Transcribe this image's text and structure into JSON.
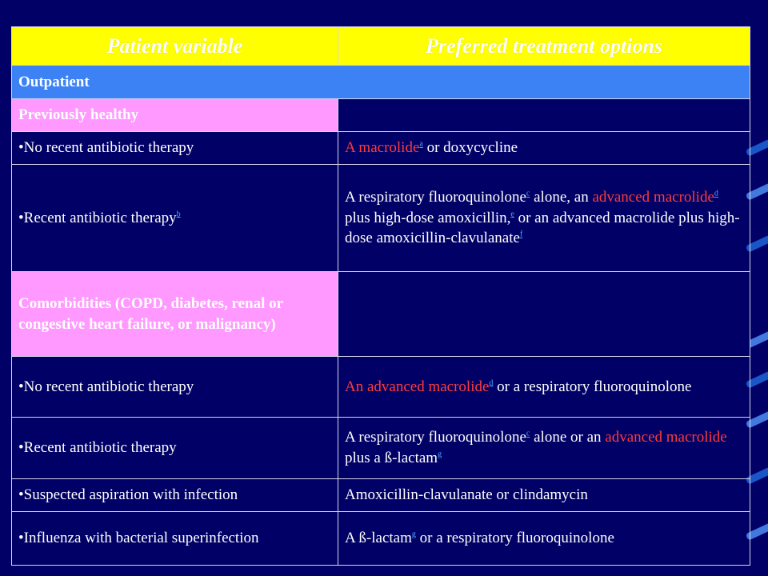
{
  "header": {
    "col1": "Patient variable",
    "col2": "Preferred treatment options"
  },
  "section": "Outpatient",
  "rows": [
    {
      "label": "Previously healthy"
    },
    {
      "variable": "•No recent antibiotic therapy",
      "t1": "A macrolide",
      "f1": "a",
      "t2": " or doxycycline"
    },
    {
      "variable": "•Recent antibiotic therapy",
      "vfn": "b",
      "t1": "A respiratory fluoroquinolone",
      "f1": "c",
      "t2": " alone, an ",
      "t3": "advanced macrolide",
      "f2": "d",
      "t4": " plus high-dose amoxicillin,",
      "f3": "e",
      "t5": " or an advanced macrolide plus high-dose amoxicillin-clavulanate",
      "f4": "f"
    },
    {
      "label": "Comorbidities (COPD, diabetes, renal or congestive heart failure, or malignancy)"
    },
    {
      "variable": "•No recent antibiotic therapy",
      "t1": "An advanced macrolide",
      "f1": "d",
      "t2": " or a respiratory fluoroquinolone"
    },
    {
      "variable": "•Recent antibiotic therapy",
      "t1": "A respiratory fluoroquinolone",
      "f1": "c",
      "t2": " alone or an ",
      "t3": "advanced macrolide",
      "t4": " plus a ß-lactam",
      "f2": "g"
    },
    {
      "variable": "•Suspected aspiration with infection",
      "t1": "Amoxicillin-clavulanate or clindamycin"
    },
    {
      "variable": "•Influenza with bacterial superinfection",
      "t1": "A ß-lactam",
      "f1": "g",
      "t2": " or a respiratory fluoroquinolone"
    }
  ],
  "colors": {
    "background": "#000066",
    "header": "#ffff00",
    "section": "#3c82f5",
    "subgroup": "#ff99ff",
    "highlight": "#ff3b3b",
    "footnote_link": "#4da6ff"
  }
}
